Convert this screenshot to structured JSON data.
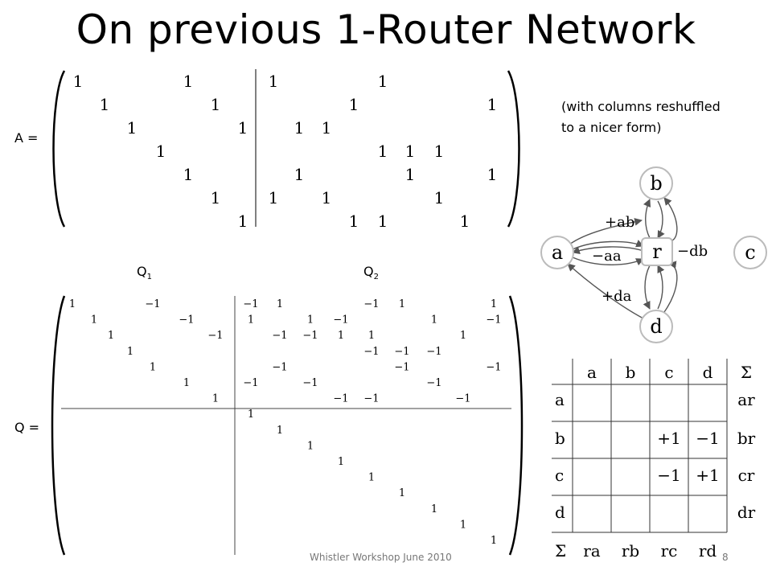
{
  "title": "On previous 1-Router Network",
  "a_label": "A =",
  "q_label": "Q =",
  "note_lines": [
    "(with columns reshuffled",
    "to a nicer form)"
  ],
  "q1_label": {
    "main": "Q",
    "sub": "1"
  },
  "q2_label": {
    "main": "Q",
    "sub": "2"
  },
  "footer": "Whistler Workshop June 2010",
  "page_number": "8",
  "matrix_A": {
    "rows": [
      [
        "1",
        "",
        "",
        "",
        "1",
        "",
        "",
        "1",
        "",
        "",
        "",
        "1",
        "",
        "",
        "",
        ""
      ],
      [
        "",
        "1",
        "",
        "",
        "",
        "1",
        "",
        "",
        "",
        "",
        "1",
        "",
        "",
        "",
        "",
        "1"
      ],
      [
        "",
        "",
        "1",
        "",
        "",
        "",
        "1",
        "",
        "1",
        "1",
        "",
        "",
        "",
        "",
        "",
        ""
      ],
      [
        "",
        "",
        "",
        "1",
        "",
        "",
        "",
        "",
        "",
        "",
        "",
        "1",
        "1",
        "1",
        "",
        ""
      ],
      [
        "",
        "",
        "",
        "",
        "1",
        "",
        "",
        "",
        "1",
        "",
        "",
        "",
        "1",
        "",
        "",
        "1"
      ],
      [
        "",
        "",
        "",
        "",
        "",
        "1",
        "",
        "1",
        "",
        "1",
        "",
        "",
        "",
        "1",
        "",
        ""
      ],
      [
        "",
        "",
        "",
        "",
        "",
        "",
        "1",
        "",
        "",
        "",
        "1",
        "1",
        "",
        "",
        "1",
        ""
      ]
    ]
  },
  "matrix_Q": {
    "rows": [
      [
        "1",
        "",
        "",
        "",
        "−1",
        "",
        "",
        "−1",
        "1",
        "",
        "",
        "−1",
        "1",
        "",
        "",
        "1"
      ],
      [
        "",
        "1",
        "",
        "",
        "",
        "−1",
        "",
        "1",
        "",
        "1",
        "−1",
        "",
        "",
        "1",
        "",
        "−1"
      ],
      [
        "",
        "",
        "1",
        "",
        "",
        "",
        "−1",
        "",
        "−1",
        "−1",
        "1",
        "1",
        "",
        "",
        "1",
        ""
      ],
      [
        "",
        "",
        "",
        "1",
        "",
        "",
        "",
        "",
        "",
        "",
        "",
        "−1",
        "−1",
        "−1",
        "",
        ""
      ],
      [
        "",
        "",
        "",
        "",
        "1",
        "",
        "",
        "",
        "−1",
        "",
        "",
        "",
        "−1",
        "",
        "",
        "−1"
      ],
      [
        "",
        "",
        "",
        "",
        "",
        "1",
        "",
        "−1",
        "",
        "−1",
        "",
        "",
        "",
        "−1",
        "",
        ""
      ],
      [
        "",
        "",
        "",
        "",
        "",
        "",
        "1",
        "",
        "",
        "",
        "−1",
        "−1",
        "",
        "",
        "−1",
        ""
      ],
      [
        "",
        "",
        "",
        "",
        "",
        "",
        "",
        "1",
        "",
        "",
        "",
        "",
        "",
        "",
        "",
        ""
      ],
      [
        "",
        "",
        "",
        "",
        "",
        "",
        "",
        "",
        "1",
        "",
        "",
        "",
        "",
        "",
        "",
        ""
      ],
      [
        "",
        "",
        "",
        "",
        "",
        "",
        "",
        "",
        "",
        "1",
        "",
        "",
        "",
        "",
        "",
        ""
      ],
      [
        "",
        "",
        "",
        "",
        "",
        "",
        "",
        "",
        "",
        "",
        "1",
        "",
        "",
        "",
        "",
        ""
      ],
      [
        "",
        "",
        "",
        "",
        "",
        "",
        "",
        "",
        "",
        "",
        "",
        "1",
        "",
        "",
        "",
        ""
      ],
      [
        "",
        "",
        "",
        "",
        "",
        "",
        "",
        "",
        "",
        "",
        "",
        "",
        "1",
        "",
        "",
        ""
      ],
      [
        "",
        "",
        "",
        "",
        "",
        "",
        "",
        "",
        "",
        "",
        "",
        "",
        "",
        "1",
        "",
        ""
      ],
      [
        "",
        "",
        "",
        "",
        "",
        "",
        "",
        "",
        "",
        "",
        "",
        "",
        "",
        "",
        "1",
        ""
      ],
      [
        "",
        "",
        "",
        "",
        "",
        "",
        "",
        "",
        "",
        "",
        "",
        "",
        "",
        "",
        "",
        "1"
      ]
    ]
  },
  "graph": {
    "nodes": [
      "b",
      "a",
      "r",
      "c",
      "d"
    ],
    "edge_labels": [
      "+ab",
      "−aa",
      "−db",
      "+da"
    ]
  },
  "table": {
    "header": [
      "",
      "a",
      "b",
      "c",
      "d",
      "Σ"
    ],
    "rows": [
      [
        "a",
        "",
        "",
        "",
        "",
        "ar"
      ],
      [
        "b",
        "",
        "",
        "+1",
        "−1",
        "br"
      ],
      [
        "c",
        "",
        "",
        "−1",
        "+1",
        "cr"
      ],
      [
        "d",
        "",
        "",
        "",
        "",
        "dr"
      ]
    ],
    "footer": [
      "Σ",
      "ra",
      "rb",
      "rc",
      "rd",
      ""
    ]
  }
}
